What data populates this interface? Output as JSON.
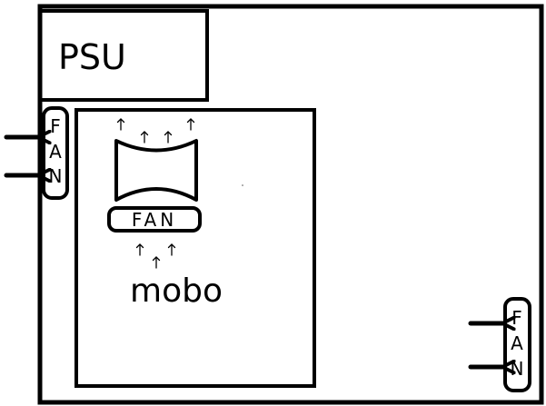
{
  "labels": {
    "psu": "PSU",
    "motherboard": "mobo",
    "cpu_fan": "FAN",
    "rear_fan_letters": [
      "F",
      "A",
      "N"
    ],
    "front_fan_letters": [
      "F",
      "A",
      "N"
    ]
  },
  "icons": {
    "airflow_arrow": "arrow-left-icon",
    "small_airflow_arrow": "arrow-up-icon"
  },
  "colors": {
    "stroke": "#000000",
    "background": "#ffffff"
  }
}
